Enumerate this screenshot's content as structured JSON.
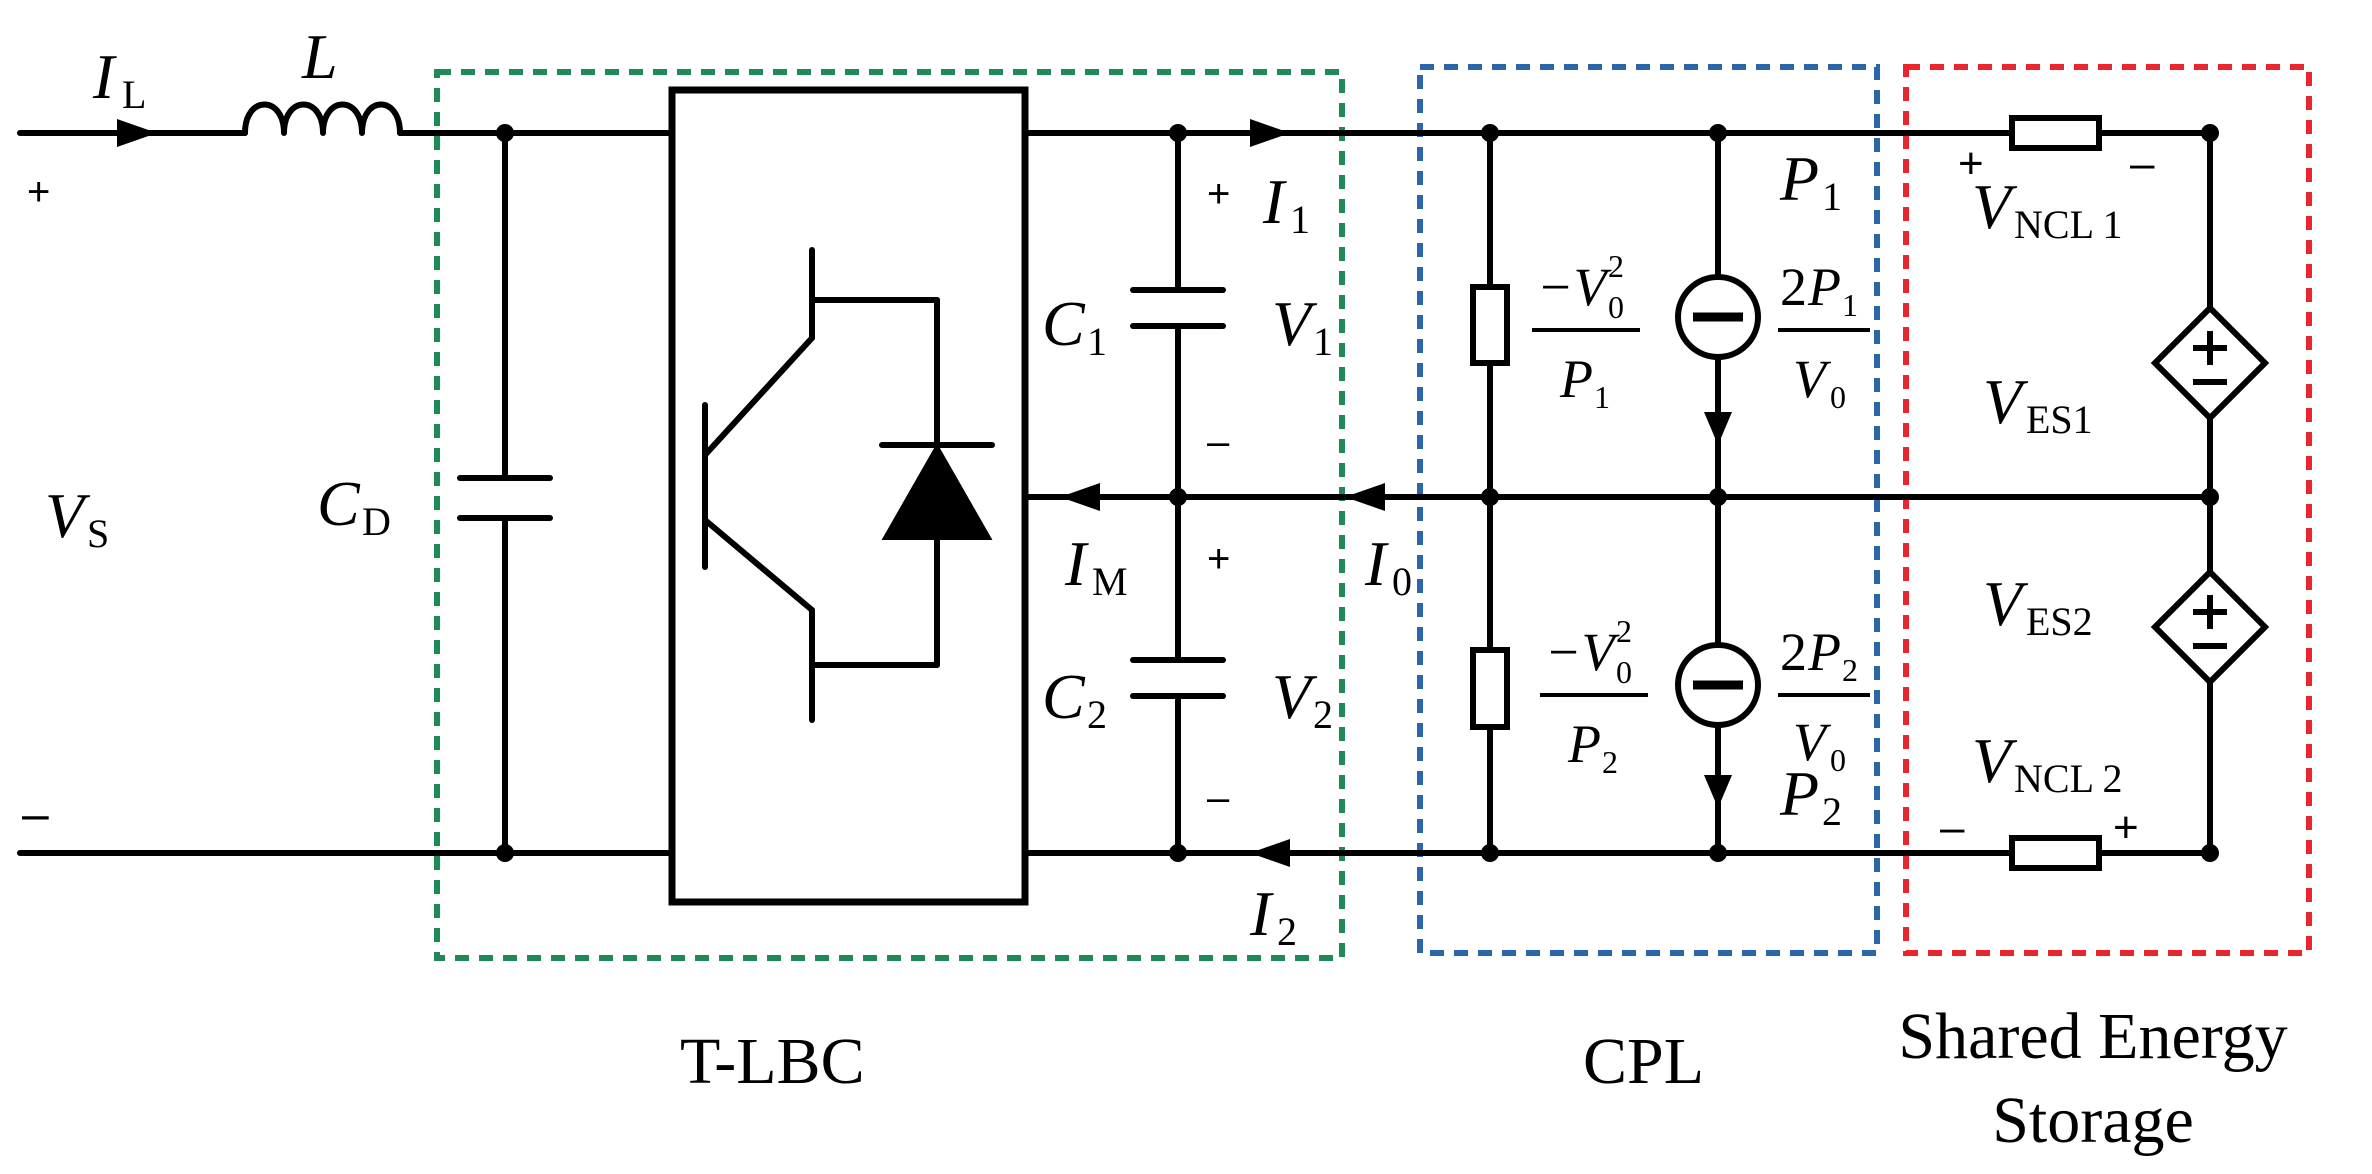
{
  "colors": {
    "tlbc_box": "#1f8a57",
    "cpl_box": "#2b66a8",
    "storage_box": "#e8262c",
    "wire": "#000000"
  },
  "blocks": {
    "tlbc": "T-LBC",
    "cpl": "CPL",
    "storage_line1": "Shared Energy",
    "storage_line2": "Storage"
  },
  "symbols": {
    "V": "V",
    "I": "I",
    "L": "L",
    "C": "C",
    "P": "P",
    "sub_L": "L",
    "sub_S": "S",
    "sub_D": "D",
    "sub_M": "M",
    "sub_1": "1",
    "sub_2": "2",
    "sub_0": "0",
    "sup_2": "2",
    "sub_ES1": "ES1",
    "sub_ES2": "ES2",
    "sub_NCL1": "NCL 1",
    "sub_NCL2": "NCL 2",
    "minus_V": "−V",
    "two": "2"
  },
  "signs": {
    "plus": "+",
    "minus": "–"
  }
}
